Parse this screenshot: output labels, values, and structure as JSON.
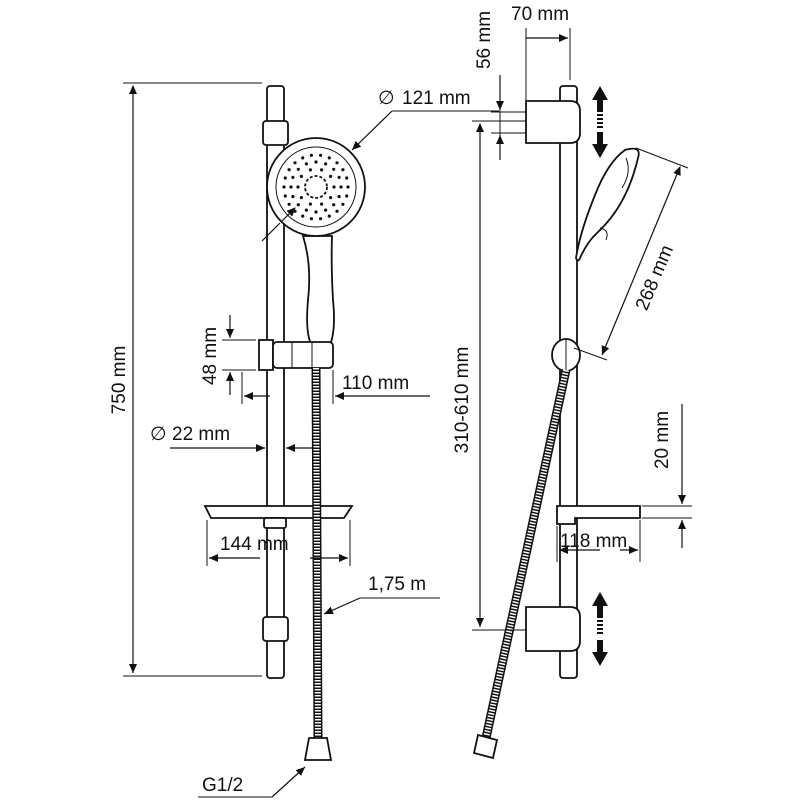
{
  "dimensions": {
    "total_height": "750 mm",
    "bar_diameter": "22 mm",
    "head_diameter": "121 mm",
    "holder_height": "48 mm",
    "holder_depth": "110 mm",
    "dish_width": "144 mm",
    "hose_length": "1,75 m",
    "connection": "G1/2",
    "wall_offset_top": "56 mm",
    "wall_bracket_depth": "70 mm",
    "bracket_spacing": "310-610 mm",
    "handset_length": "268 mm",
    "dish_height": "20 mm",
    "dish_depth": "118 mm"
  },
  "colors": {
    "line": "#111111",
    "background": "#ffffff"
  },
  "icons": [
    "updown-arrow-icon",
    "updown-arrow-icon"
  ]
}
